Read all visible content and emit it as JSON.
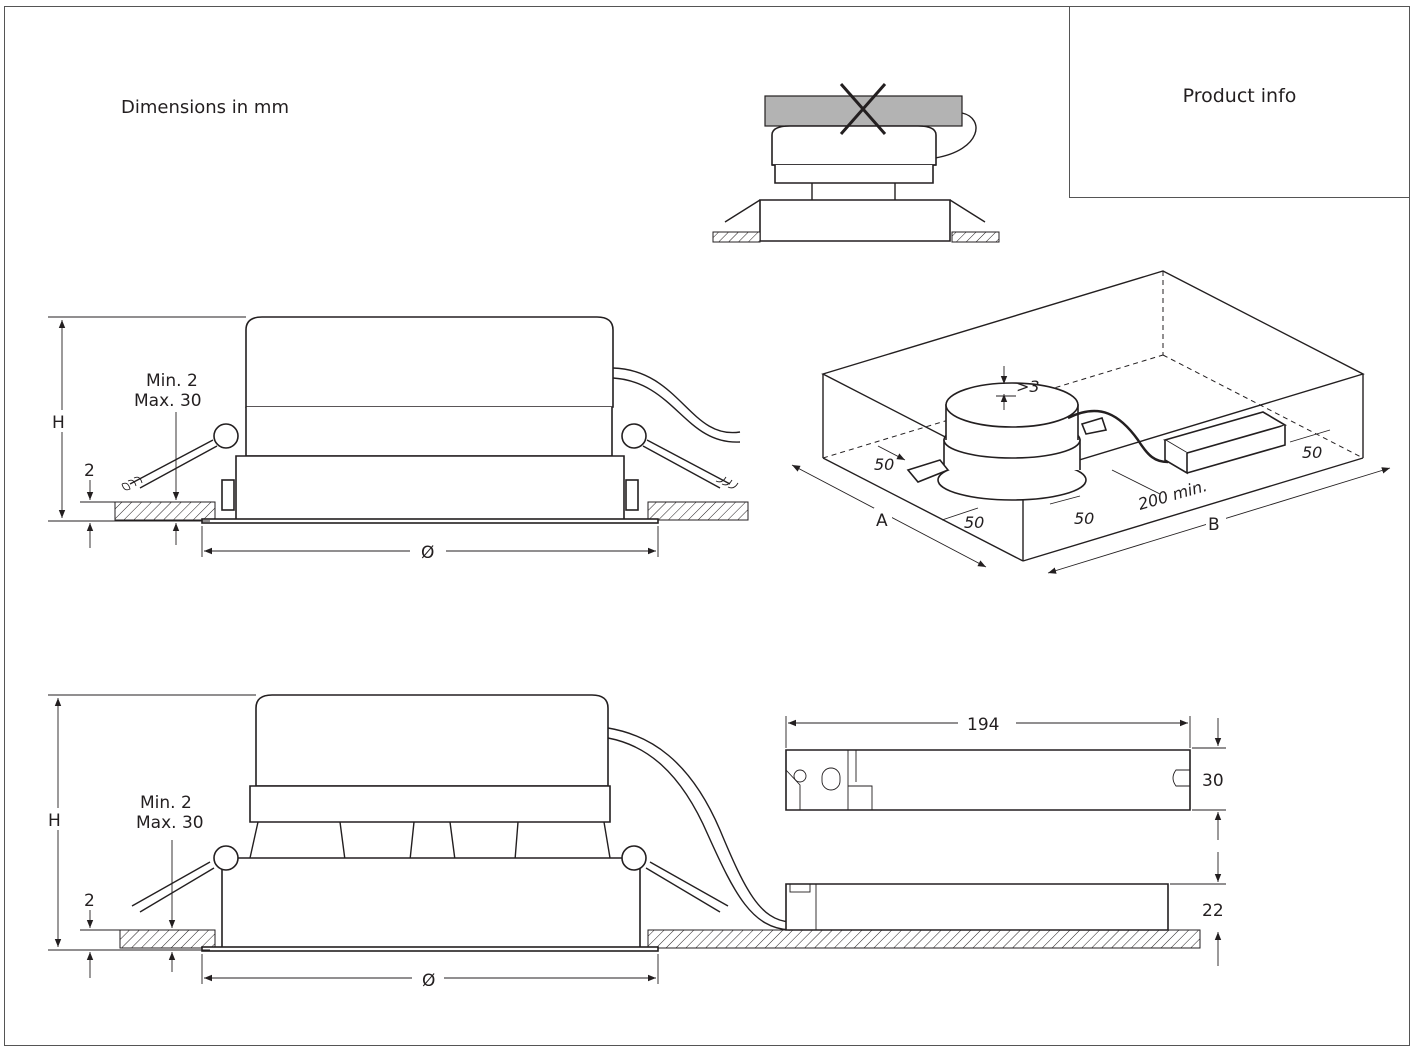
{
  "header": {
    "note": "Dimensions in mm",
    "product_info": "Product info"
  },
  "side_view_top": {
    "height_label": "H",
    "ceiling_label": "2",
    "clamp_range": [
      "Min. 2",
      "Max. 30"
    ],
    "diameter_label": "Ø"
  },
  "isometric_view": {
    "clearance_top": ">3",
    "clearance_front_left": "50",
    "clearance_front": "50",
    "clearance_right": "50",
    "clearance_driver": "50",
    "cable_length": "200 min.",
    "width_label": "A",
    "depth_label": "B"
  },
  "side_view_bottom": {
    "height_label": "H",
    "ceiling_label": "2",
    "clamp_range": [
      "Min. 2",
      "Max. 30"
    ],
    "diameter_label": "Ø"
  },
  "driver": {
    "length": "194",
    "height": "30",
    "mounted_height": "22"
  },
  "colors": {
    "line": "#231f20",
    "hatch_fill": "#a7a9ac",
    "background": "#ffffff"
  }
}
